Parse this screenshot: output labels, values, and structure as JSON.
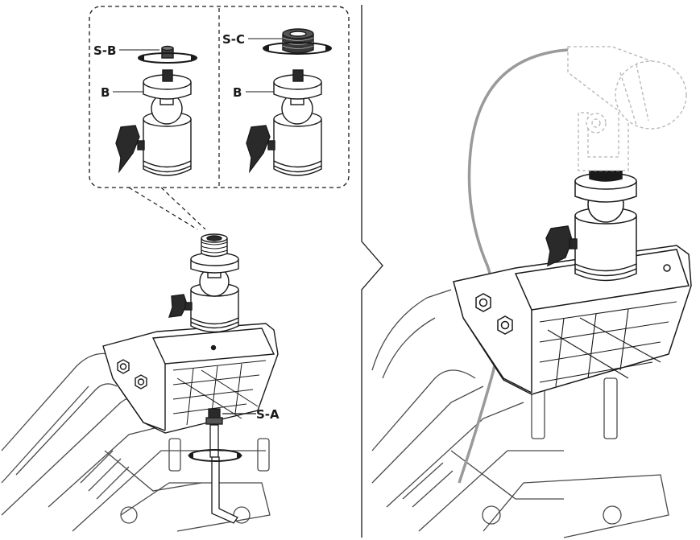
{
  "labels": {
    "s_b": "S-B",
    "b_left": "B",
    "s_c": "S-C",
    "b_right": "B",
    "s_a": "S-A"
  },
  "colors": {
    "line": "#1a1a1a",
    "part_fill": "#ffffff",
    "dark_part": "#2a2a2a",
    "cable": "#9a9a9a",
    "ghost": "#b5b5b5",
    "background_arm": "#555555"
  },
  "icons": [
    "rotate-arrow-icon",
    "hex-key-icon",
    "microphone-outline",
    "thumb-knob-icon"
  ]
}
